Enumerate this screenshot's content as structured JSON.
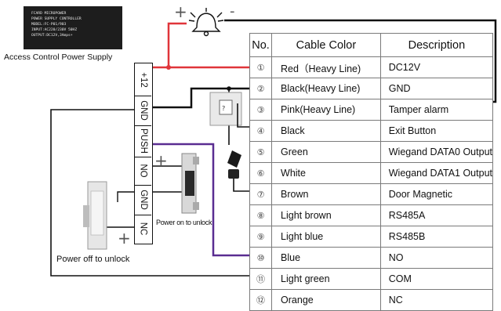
{
  "psu_panel": {
    "lines": [
      "FCARD MICROPOWER",
      "POWER SUPPLY CONTROLLER",
      "MODEL:FC-P01/903",
      "INPUT:AC220/230V 50HZ",
      "OUTPUT:DC12V,3Amps+"
    ]
  },
  "labels": {
    "psu": "Access Control Power Supply",
    "power_off_lock": "Power off to unlock",
    "power_on_lock": "Power on to unlock",
    "plus": "+",
    "minus": "-"
  },
  "terminals": [
    "+12",
    "GND",
    "PUSH",
    "NO",
    "GND",
    "NC"
  ],
  "table": {
    "headers": [
      "No.",
      "Cable Color",
      "Description"
    ],
    "rows": [
      {
        "no": "①",
        "color": "Red（Heavy Line)",
        "desc": "DC12V"
      },
      {
        "no": "②",
        "color": "Black(Heavy Line)",
        "desc": "GND"
      },
      {
        "no": "③",
        "color": "Pink(Heavy Line)",
        "desc": "Tamper alarm"
      },
      {
        "no": "④",
        "color": "Black",
        "desc": "Exit Button"
      },
      {
        "no": "⑤",
        "color": "Green",
        "desc": "Wiegand DATA0 Output"
      },
      {
        "no": "⑥",
        "color": "White",
        "desc": "Wiegand DATA1 Output"
      },
      {
        "no": "⑦",
        "color": "Brown",
        "desc": "Door Magnetic"
      },
      {
        "no": "⑧",
        "color": "Light brown",
        "desc": "RS485A"
      },
      {
        "no": "⑨",
        "color": "Light blue",
        "desc": "RS485B"
      },
      {
        "no": "⑩",
        "color": "Blue",
        "desc": "NO"
      },
      {
        "no": "⑪",
        "color": "Light green",
        "desc": "COM"
      },
      {
        "no": "⑫",
        "color": "Orange",
        "desc": "NC"
      }
    ]
  },
  "colors": {
    "red_wire": "#e0353a",
    "black_wire": "#111111",
    "purple_wire": "#5a2d91"
  }
}
